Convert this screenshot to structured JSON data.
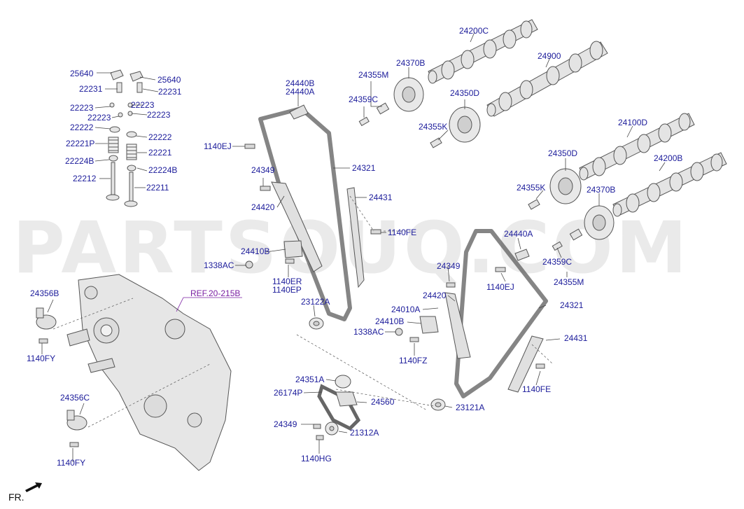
{
  "watermark": "PARTSOUQ.COM",
  "colors": {
    "label": "#1b1b9a",
    "ref": "#7a1fa2",
    "part_fill": "#e4e4e4",
    "part_stroke": "#555555"
  },
  "labels": {
    "p24200C": "24200C",
    "p24900": "24900",
    "p24370B_top": "24370B",
    "p24355M_top": "24355M",
    "p24359C_top": "24359C",
    "p24350D_top": "24350D",
    "p24355K_top": "24355K",
    "p24100D": "24100D",
    "p24350D_mid": "24350D",
    "p24200B": "24200B",
    "p24355K_mid": "24355K",
    "p24370B_mid": "24370B",
    "p25640_l": "25640",
    "p25640_r": "25640",
    "p22231_l": "22231",
    "p22231_r": "22231",
    "p22223_a": "22223",
    "p22223_b": "22223",
    "p22223_c": "22223",
    "p22223_d": "22223",
    "p22222_l": "22222",
    "p22222_r": "22222",
    "p22221P": "22221P",
    "p22221": "22221",
    "p22224B_l": "22224B",
    "p22224B_r": "22224B",
    "p22212": "22212",
    "p22211": "22211",
    "p24440B": "24440B",
    "p24440A_top": "24440A",
    "p1140EJ_top": "1140EJ",
    "p24321_top": "24321",
    "p24349_top": "24349",
    "p24431_top": "24431",
    "p24420_top": "24420",
    "p1140FE_top": "1140FE",
    "p24410B_top": "24410B",
    "p1338AC_top": "1338AC",
    "p1140ER": "1140ER",
    "p1140EP": "1140EP",
    "p23122A": "23122A",
    "p24356B": "24356B",
    "pRef": "REF.20-215B",
    "p1140FY_top": "1140FY",
    "p24440A_mid": "24440A",
    "p24349_mid": "24349",
    "p24359C_mid": "24359C",
    "p1140EJ_mid": "1140EJ",
    "p24355M_mid": "24355M",
    "p24420_mid": "24420",
    "p24321_mid": "24321",
    "p24010A": "24010A",
    "p24410B_mid": "24410B",
    "p1338AC_mid": "1338AC",
    "p1140FZ": "1140FZ",
    "p24431_mid": "24431",
    "p1140FE_mid": "1140FE",
    "p24351A": "24351A",
    "p26174P": "26174P",
    "p24560": "24560",
    "p23121A": "23121A",
    "p24349_bot": "24349",
    "p21312A": "21312A",
    "p1140HG": "1140HG",
    "p24356C": "24356C",
    "p1140FY_bot": "1140FY",
    "pFR": "FR."
  }
}
